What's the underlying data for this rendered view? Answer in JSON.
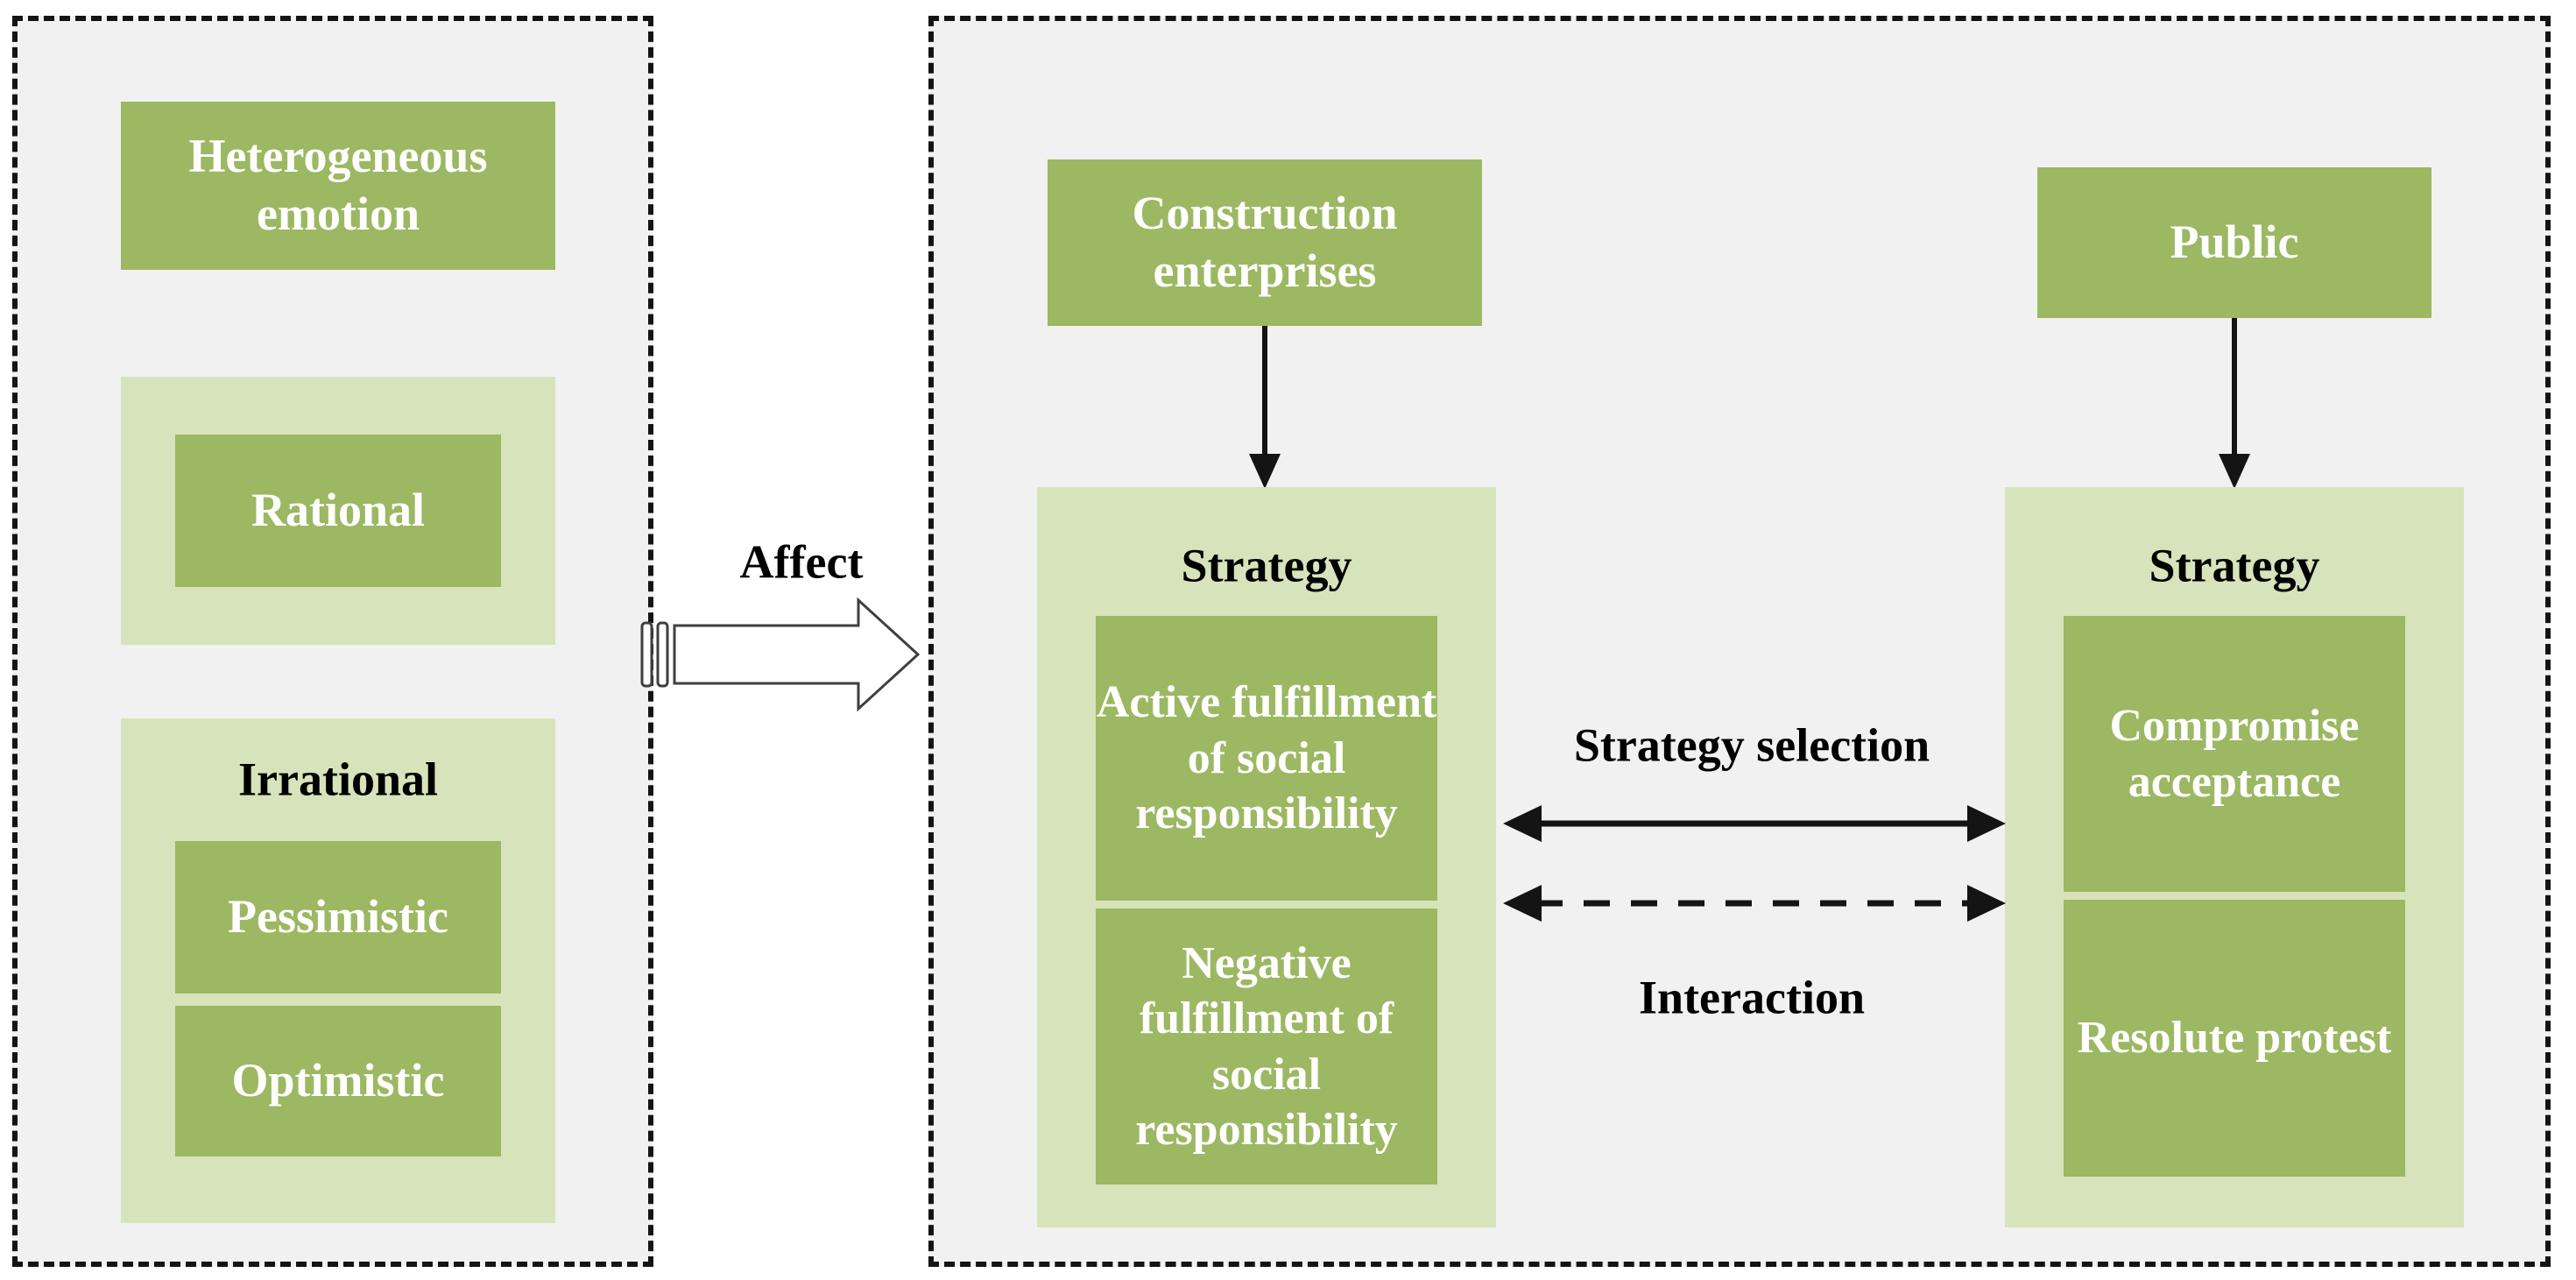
{
  "colors": {
    "page_bg": "#ffffff",
    "panel_bg": "#f1f1f1",
    "box_green": "#9cb862",
    "group_light_green": "#d7e3ba",
    "box_text": "#ffffff",
    "label_text": "#000000",
    "line_black": "#141414"
  },
  "left_panel": {
    "heterogeneous_box_label": "Heterogeneous emotion",
    "rational_group": {
      "rational_box_label": "Rational"
    },
    "irrational_group": {
      "group_label": "Irrational",
      "pessimistic_box_label": "Pessimistic",
      "optimistic_box_label": "Optimistic"
    }
  },
  "affect": {
    "label": "Affect",
    "arrow_icon": "striped-right-arrow"
  },
  "right_panel": {
    "construction_box_label": "Construction enterprises",
    "public_box_label": "Public",
    "left_strategy_group": {
      "group_label": "Strategy",
      "active_box_label": "Active fulfillment of social responsibility",
      "negative_box_label": "Negative fulfillment of social responsibility"
    },
    "right_strategy_group": {
      "group_label": "Strategy",
      "compromise_box_label": "Compromise acceptance",
      "resolute_box_label": "Resolute protest"
    },
    "relations": {
      "strategy_selection_label": "Strategy selection",
      "interaction_label": "Interaction"
    }
  }
}
